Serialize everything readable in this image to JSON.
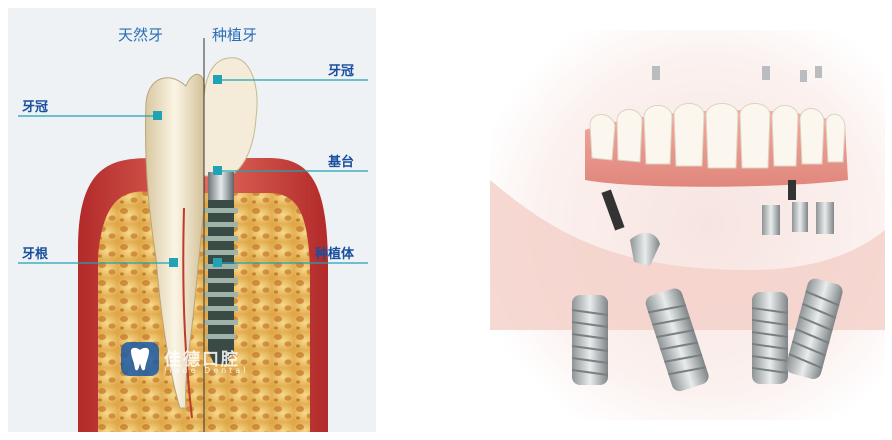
{
  "diagram": {
    "header_left": "天然牙",
    "header_right": "种植牙",
    "labels": {
      "crown_left": "牙冠",
      "root": "牙根",
      "crown_right": "牙冠",
      "abutment": "基台",
      "implant": "种植体"
    },
    "watermark": {
      "brand": "佳德口腔",
      "sub": "Jiade Dental"
    }
  },
  "colors": {
    "label_text": "#1a4fa0",
    "header_text": "#2a6fb5",
    "leader_line": "#1fa3b5",
    "gum": "#c8433d",
    "bone": "#f0c870"
  }
}
